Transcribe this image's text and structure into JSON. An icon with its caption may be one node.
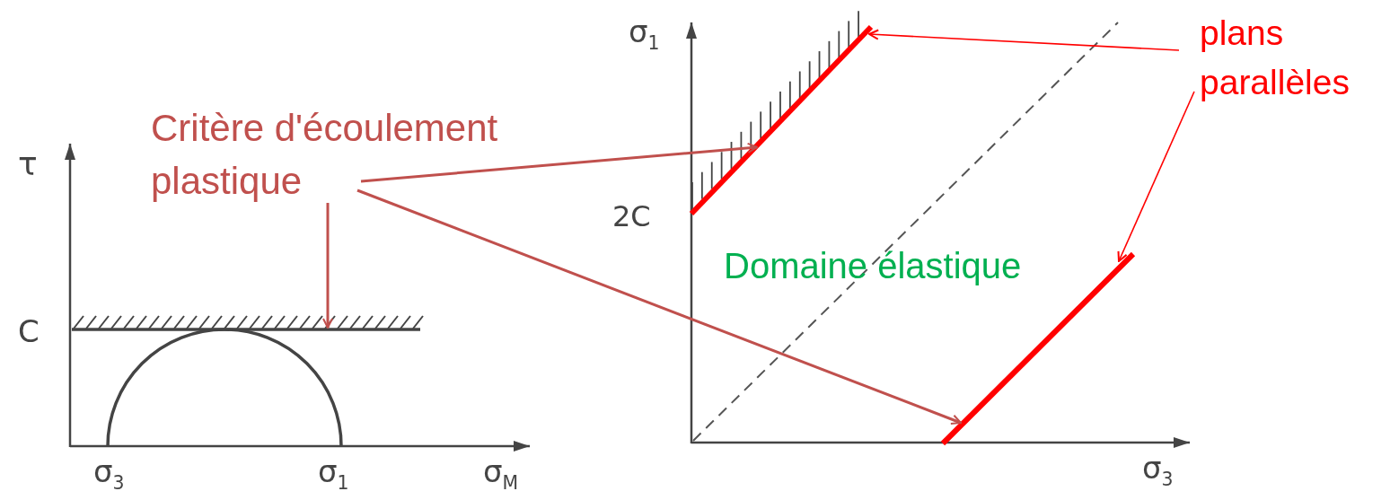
{
  "diagram": {
    "nodes": [
      {
        "text": [
          "Critère d'écoulement plastique"
        ]
      },
      {
        "text": [
          "plans parallèles"
        ]
      },
      {
        "text": [],
        "shape": "bar"
      },
      {
        "text": [],
        "shape": "bar"
      },
      {
        "text": [],
        "shape": "bar"
      }
    ],
    "edges": [
      {
        "from": 0,
        "to": 2,
        "arrow": "to"
      },
      {
        "from": 0,
        "to": 3,
        "arrow": "to"
      },
      {
        "from": 0,
        "to": 4,
        "arrow": "to"
      },
      {
        "from": 1,
        "to": 3,
        "arrow": "to",
        "color": "#ff0000"
      },
      {
        "from": 1,
        "to": 4,
        "arrow": "to",
        "color": "#ff0000"
      }
    ],
    "labels": [
      "τ",
      "C",
      "σ$_{3}$",
      "σ$_{1}$",
      "σ$_{M}$",
      "σ$_{1}$",
      "2C",
      "Domaine élastique",
      "σ$_{3}$"
    ]
  }
}
